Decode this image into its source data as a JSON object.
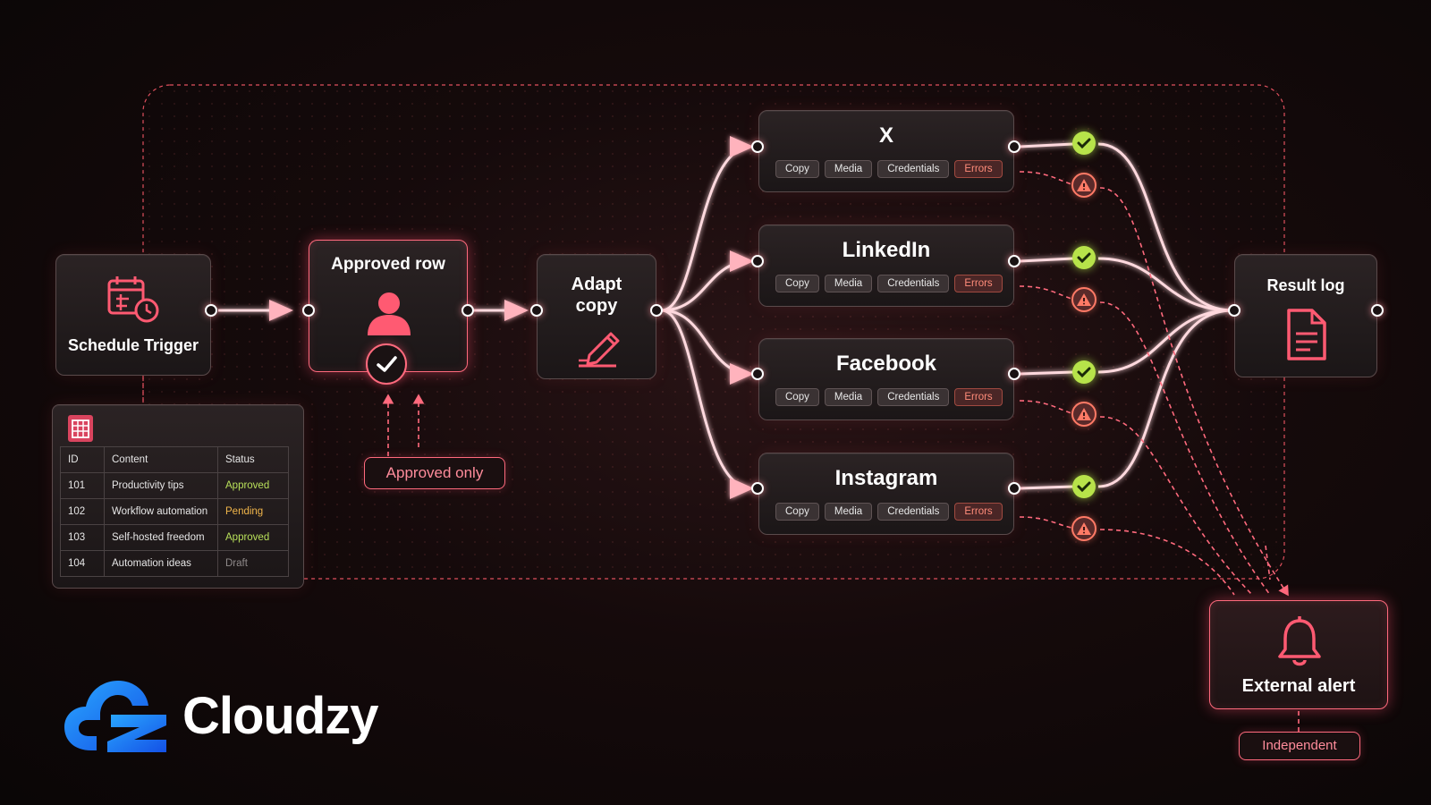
{
  "trigger": {
    "label": "Schedule Trigger",
    "icon": "calendar-clock-icon"
  },
  "approved_row": {
    "label": "Approved row",
    "icon": "user-icon",
    "badge_icon": "check-icon"
  },
  "approved_only": {
    "label": "Approved only"
  },
  "adapt": {
    "line1": "Adapt",
    "line2": "copy",
    "icon": "pen-icon"
  },
  "platforms": [
    {
      "name": "X",
      "chips": [
        "Copy",
        "Media",
        "Credentials",
        "Errors"
      ]
    },
    {
      "name": "LinkedIn",
      "chips": [
        "Copy",
        "Media",
        "Credentials",
        "Errors"
      ]
    },
    {
      "name": "Facebook",
      "chips": [
        "Copy",
        "Media",
        "Credentials",
        "Errors"
      ]
    },
    {
      "name": "Instagram",
      "chips": [
        "Copy",
        "Media",
        "Credentials",
        "Errors"
      ]
    }
  ],
  "result_log": {
    "label": "Result log",
    "icon": "document-icon"
  },
  "external_alert": {
    "label": "External alert",
    "icon": "bell-icon"
  },
  "independent": {
    "label": "Independent"
  },
  "sheet": {
    "icon": "spreadsheet-icon",
    "headers": [
      "ID",
      "Content",
      "Status"
    ],
    "rows": [
      {
        "id": "101",
        "content": "Productivity tips",
        "status": "Approved"
      },
      {
        "id": "102",
        "content": "Workflow automation",
        "status": "Pending"
      },
      {
        "id": "103",
        "content": "Self-hosted freedom",
        "status": "Approved"
      },
      {
        "id": "104",
        "content": "Automation ideas",
        "status": "Draft"
      }
    ]
  },
  "brand": {
    "name": "Cloudzy",
    "icon": "cloudzy-logo-icon"
  },
  "colors": {
    "accent": "#ff6a7d",
    "success": "#b7e34a",
    "error": "#ff7a66",
    "pending": "#f0b54a",
    "brand_blue": "#1e73ff"
  }
}
